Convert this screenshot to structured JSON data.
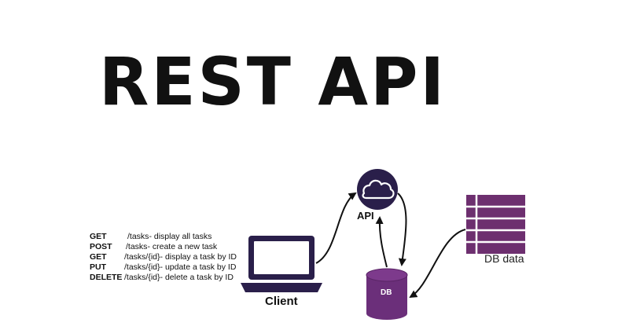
{
  "title": "REST API",
  "endpoints": [
    {
      "method": "GET",
      "path": "/tasks",
      "desc": " - display all tasks"
    },
    {
      "method": "POST",
      "path": "/tasks",
      "desc": " -  create a new task"
    },
    {
      "method": "GET",
      "path": "/tasks/{id}",
      "desc": " - display a task by ID"
    },
    {
      "method": "PUT",
      "path": "/tasks/{id}",
      "desc": " - update a task by ID"
    },
    {
      "method": "DELETE",
      "path": "/tasks/{id}",
      "desc": " - delete a task by ID"
    }
  ],
  "nodes": {
    "client": "Client",
    "api": "API",
    "db": "DB",
    "db_data": "DB data"
  },
  "icons": {
    "client": "laptop-icon",
    "api": "cloud-icon",
    "db": "database-cylinder-icon",
    "db_data": "table-rows-icon"
  },
  "colors": {
    "node_dark": "#2a1f4a",
    "db_purple": "#6b2f7a",
    "db_data_purple": "#6d2f6f",
    "arrow": "#111111"
  }
}
